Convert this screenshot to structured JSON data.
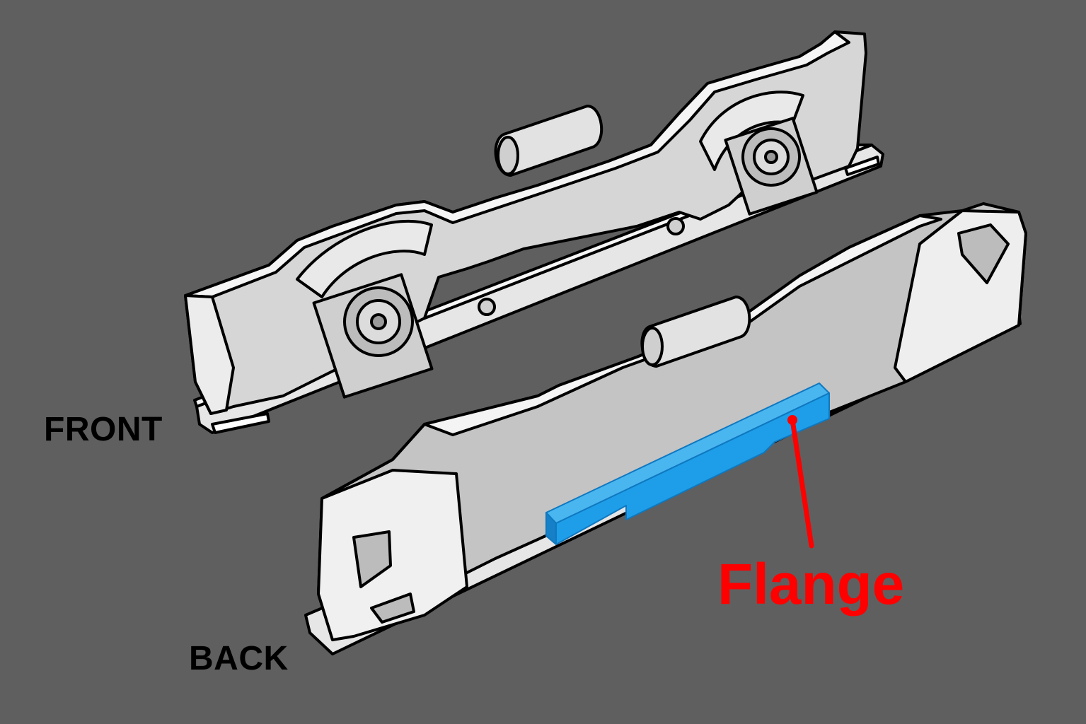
{
  "labels": {
    "front": "FRONT",
    "back": "BACK",
    "flange": "Flange"
  },
  "colors": {
    "background": "#5f5f5f",
    "part_light": "#f2f2f2",
    "part_mid": "#bdbdbd",
    "part_dark": "#8f8f8f",
    "outline": "#000000",
    "flange_fill": "#1e9ee8",
    "flange_edge": "#0f78c0",
    "callout": "#ff0000"
  }
}
